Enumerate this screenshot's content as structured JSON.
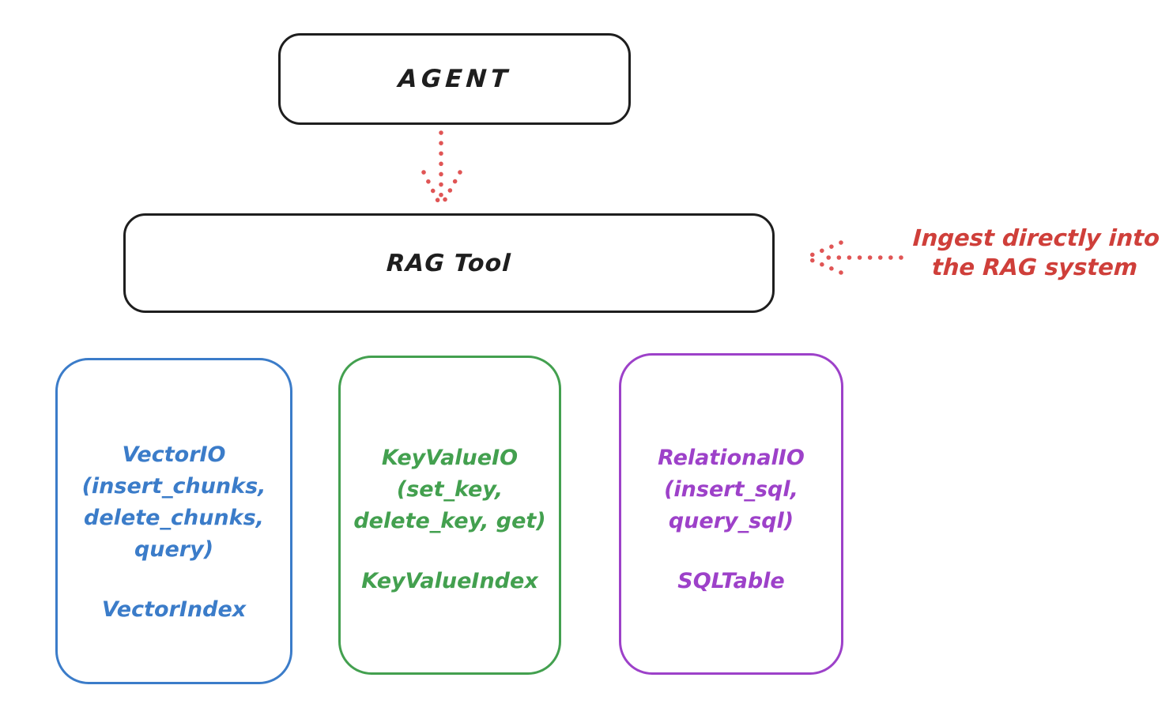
{
  "nodes": {
    "agent": {
      "label": "AGENT"
    },
    "rag_tool": {
      "label": "RAG Tool"
    }
  },
  "annotation": {
    "line1": "Ingest directly into",
    "line2": "the RAG system"
  },
  "storage_nodes": [
    {
      "name": "vector-io",
      "color": "#3b7cc9",
      "lines": [
        "VectorIO",
        "(insert_chunks,",
        "delete_chunks,",
        "query)"
      ],
      "index_label": "VectorIndex"
    },
    {
      "name": "keyvalue-io",
      "color": "#43a04f",
      "lines": [
        "KeyValueIO",
        "(set_key,",
        "delete_key, get)"
      ],
      "index_label": "KeyValueIndex"
    },
    {
      "name": "relational-io",
      "color": "#9d41c9",
      "lines": [
        "RelationalIO",
        "(insert_sql,",
        "query_sql)"
      ],
      "index_label": "SQLTable"
    }
  ],
  "colors": {
    "outline": "#1e1e1e",
    "annotation_red": "#cf3f3a",
    "arrow_red": "#e05555",
    "background": "#ffffff"
  }
}
